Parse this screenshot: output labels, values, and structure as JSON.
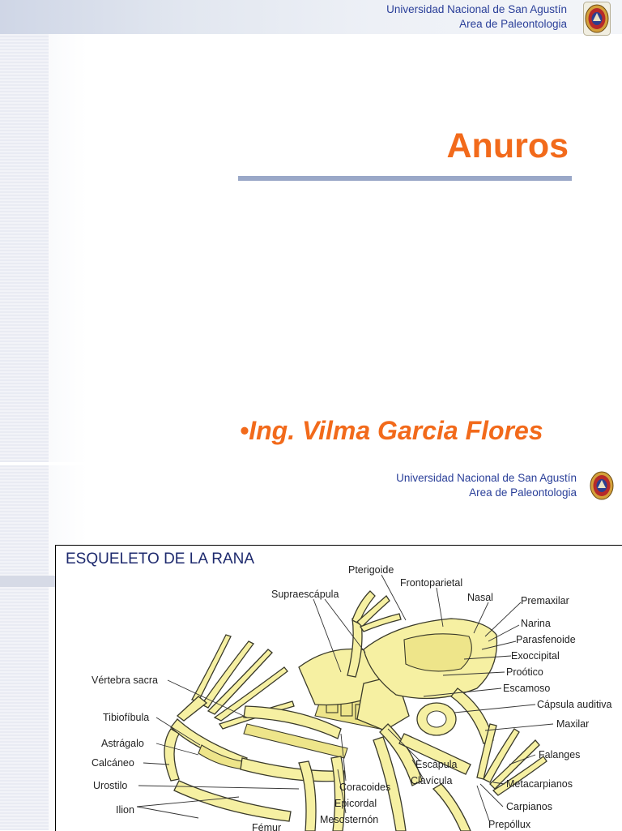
{
  "slide1": {
    "header": {
      "line1": "Universidad Nacional de San Agustín",
      "line2": "Area de Paleontologia"
    },
    "title": "Anuros",
    "author_bullet": "•",
    "author": "Ing. Vilma Garcia Flores"
  },
  "slide2": {
    "header": {
      "line1": "Universidad Nacional de San Agustín",
      "line2": "Area de Paleontologia"
    },
    "figure_title": "ESQUELETO DE LA RANA",
    "labels": {
      "pterigoide": "Pterigoide",
      "frontoparietal": "Frontoparietal",
      "supraescapula": "Supraescápula",
      "nasal": "Nasal",
      "premaxilar": "Premaxilar",
      "narina": "Narina",
      "parasfenoide": "Parasfenoide",
      "exoccipital": "Exoccipital",
      "vertebra_sacra": "Vértebra sacra",
      "prootico": "Proótico",
      "escamoso": "Escamoso",
      "capsula_auditiva": "Cápsula auditiva",
      "tibiofibula": "Tibiofíbula",
      "maxilar": "Maxilar",
      "astragalo": "Astrágalo",
      "calcaneo": "Calcáneo",
      "falanges": "Falanges",
      "escapula": "Escápula",
      "clavicula": "Clavícula",
      "urostilo": "Urostilo",
      "metacarpianos": "Metacarpianos",
      "coracoides": "Coracoides",
      "epicordal": "Epicordal",
      "ilion": "Ilion",
      "carpianos": "Carpianos",
      "mesosternon": "Mesosternón",
      "femur": "Fémur",
      "prepollux": "Prepóllux"
    }
  },
  "colors": {
    "accent_orange": "#f26a1b",
    "header_blue": "#2a3f99",
    "bone_yellow": "#f6f0a2"
  }
}
